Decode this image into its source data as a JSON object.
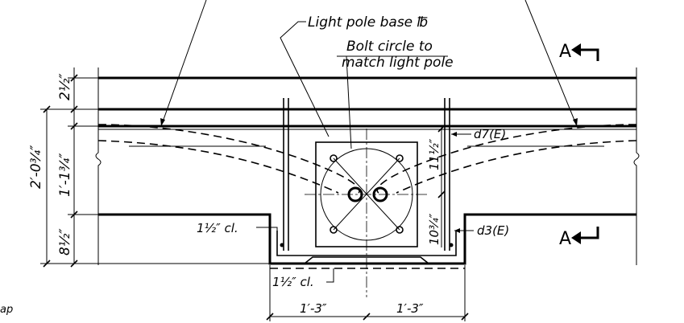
{
  "labels": {
    "light_pole_base": "Light pole base ℔",
    "bolt_circle_line1": "Bolt circle to",
    "bolt_circle_line2": "match light pole",
    "section_marker_top": "A",
    "section_marker_bottom": "A",
    "bar_mark_d7": "d7(E)",
    "bar_mark_d3": "d3(E)",
    "clear_cover_1": "1½″ cl.",
    "clear_cover_2": "1½″ cl.",
    "partial_left_text": "ap"
  },
  "dimensions": {
    "overall_depth": "2′-0¾″",
    "top_layer": "2½″",
    "mid_layer": "1′-1¾″",
    "bottom_layer": "8½″",
    "pocket_upper": "11½″",
    "pocket_lower": "10¾″",
    "half_width_left": "1′-3″",
    "half_width_right": "1′-3″"
  }
}
